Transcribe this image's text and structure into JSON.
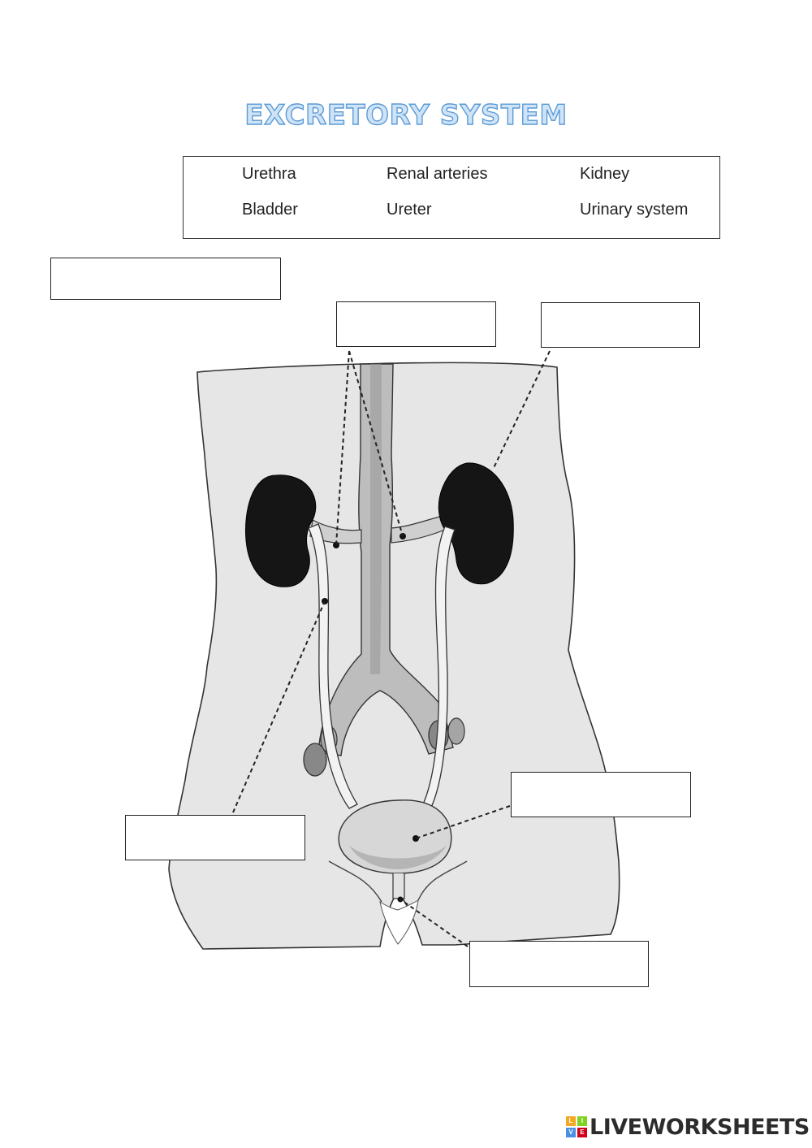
{
  "title": "EXCRETORY SYSTEM",
  "word_bank": {
    "words": [
      "Urethra",
      "Renal arteries",
      "Kidney",
      "Bladder",
      "Ureter",
      "Urinary system"
    ]
  },
  "branding": {
    "logo_text": "LIVEWORKSHEETS",
    "logo_mark_letters": [
      "L",
      "I",
      "V",
      "E"
    ],
    "logo_colors": [
      "#f5a623",
      "#7ed321",
      "#4a90e2",
      "#d0021b"
    ]
  },
  "colors": {
    "title_fill": "#cfe3f6",
    "title_stroke": "#5b9bd5",
    "body_fill": "#e6e6e6",
    "kidney": "#151515"
  }
}
